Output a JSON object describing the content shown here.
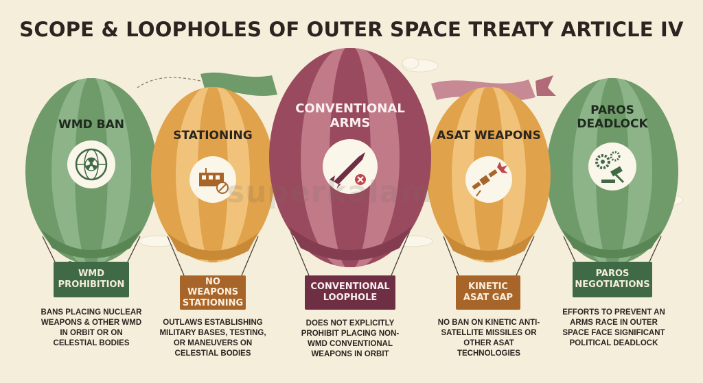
{
  "title": "SCOPE & LOOPHOLES OF OUTER SPACE TREATY ARTICLE IV",
  "watermark": "superkalam",
  "colors": {
    "green": "#6f9a6a",
    "orange": "#e0a24a",
    "maroon": "#9a4a5e",
    "dark_green": "#3f6a45",
    "dark_orange": "#a8652a",
    "dark_maroon": "#6e2e44",
    "background": "#f5eedb"
  },
  "balloons": [
    {
      "title": "WMD BAN",
      "icon": "radiation-globe-icon",
      "basket_label": "WMD PROHIBITION",
      "description": "BANS PLACING NUCLEAR WEAPONS & OTHER WMD IN ORBIT OR ON CELESTIAL BODIES"
    },
    {
      "title": "STATIONING",
      "icon": "military-base-icon",
      "basket_label": "NO WEAPONS STATIONING",
      "description": "OUTLAWS ESTABLISHING MILITARY BASES, TESTING, OR MANEUVERS ON CELESTIAL BODIES"
    },
    {
      "title": "CONVENTIONAL ARMS",
      "icon": "missile-icon",
      "basket_label": "CONVENTIONAL LOOPHOLE",
      "description": "DOES NOT EXPLICITLY PROHIBIT PLACING NON-WMD CONVENTIONAL WEAPONS IN ORBIT"
    },
    {
      "title": "ASAT WEAPONS",
      "icon": "satellite-strike-icon",
      "basket_label": "KINETIC ASAT GAP",
      "description": "NO BAN ON KINETIC ANTI-SATELLITE MISSILES OR OTHER ASAT TECHNOLOGIES"
    },
    {
      "title": "PAROS DEADLOCK",
      "icon": "gears-gavel-icon",
      "basket_label": "PAROS NEGOTIATIONS",
      "description": "EFFORTS TO PREVENT AN ARMS RACE IN OUTER SPACE FACE SIGNIFICANT POLITICAL DEADLOCK"
    }
  ]
}
